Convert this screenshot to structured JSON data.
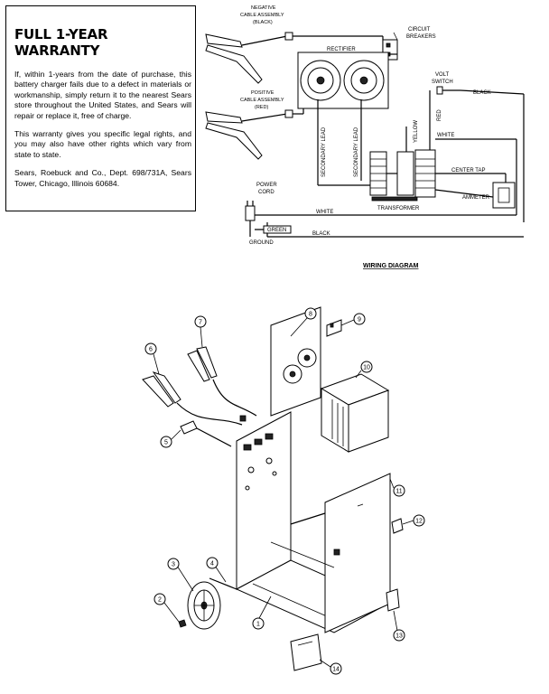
{
  "warranty": {
    "title": "FULL 1-YEAR WARRANTY",
    "para1": "If, within 1-years from the date of purchase, this battery charger fails due to a defect in materials or workmanship, simply return it to the nearest Sears store throughout the United States, and Sears will repair or replace it, free of charge.",
    "para2": "This warranty gives you specific legal rights, and you may also have other rights which vary from state to state.",
    "para3": "Sears, Roebuck and Co., Dept. 698/731A, Sears Tower, Chicago, Illinois 60684."
  },
  "wiring": {
    "title": "WIRING DIAGRAM",
    "neg_cable_1": "NEGATIVE",
    "neg_cable_2": "CABLE ASSEMBLY",
    "neg_cable_3": "(BLACK)",
    "pos_cable_1": "POSITIVE",
    "pos_cable_2": "CABLE ASSEMBLY",
    "pos_cable_3": "(RED)",
    "circuit_1": "CIRCUIT",
    "circuit_2": "BREAKERS",
    "rectifier": "RECTIFIER",
    "volt_1": "VOLT",
    "volt_2": "SWITCH",
    "black_top": "BLACK",
    "yellow": "YELLOW",
    "red": "RED",
    "white_right": "WHITE",
    "secondary_lead_1": "SECONDARY LEAD",
    "secondary_lead_2": "SECONDARY LEAD",
    "center_tap": "CENTER TAP",
    "ammeter": "AMMETER",
    "transformer": "TRANSFORMER",
    "power_1": "POWER",
    "power_2": "CORD",
    "green": "GREEN",
    "ground": "GROUND",
    "white_bottom": "WHITE",
    "black_bottom": "BLACK"
  },
  "callouts": [
    "1",
    "2",
    "3",
    "4",
    "5",
    "6",
    "7",
    "8",
    "9",
    "10",
    "11",
    "12",
    "13",
    "14"
  ]
}
